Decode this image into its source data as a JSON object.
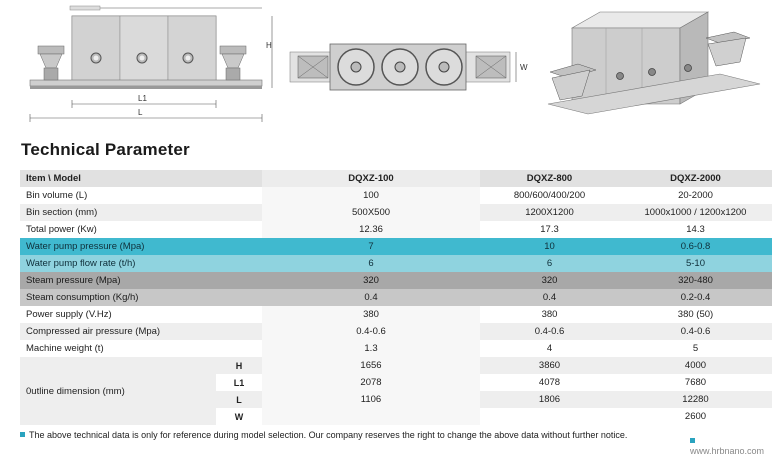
{
  "drawing": {
    "labels": {
      "h": "H",
      "l1": "L1",
      "l": "L",
      "w": "W"
    }
  },
  "section_title": "Technical Parameter",
  "table": {
    "header": [
      "Item \\ Model",
      "DQXZ-100",
      "DQXZ-800",
      "DQXZ-2000"
    ],
    "rows": [
      {
        "label": "Bin volume (L)",
        "values": [
          "100",
          "800/600/400/200",
          "20-2000"
        ]
      },
      {
        "label": "Bin section (mm)",
        "values": [
          "500X500",
          "1200X1200",
          "1000x1000 / 1200x1200"
        ]
      },
      {
        "label": "Total power (Kw)",
        "values": [
          "12.36",
          "17.3",
          "14.3"
        ]
      },
      {
        "label": "Water pump pressure (Mpa)",
        "values": [
          "7",
          "10",
          "0.6-0.8"
        ]
      },
      {
        "label": "Water pump flow rate (t/h)",
        "values": [
          "6",
          "6",
          "5-10"
        ]
      },
      {
        "label": "Steam pressure (Mpa)",
        "values": [
          "320",
          "320",
          "320-480"
        ]
      },
      {
        "label": "Steam consumption (Kg/h)",
        "values": [
          "0.4",
          "0.4",
          "0.2-0.4"
        ]
      },
      {
        "label": "Power supply (V.Hz)",
        "values": [
          "380",
          "380",
          "380 (50)"
        ]
      },
      {
        "label": "Compressed air pressure (Mpa)",
        "values": [
          "0.4-0.6",
          "0.4-0.6",
          "0.4-0.6"
        ]
      },
      {
        "label": "Machine weight (t)",
        "values": [
          "1.3",
          "4",
          "5"
        ]
      }
    ],
    "dimension": {
      "label": "0utline dimension (mm)",
      "rows": [
        {
          "sub": "H",
          "values": [
            "1656",
            "3860",
            "4000"
          ]
        },
        {
          "sub": "L1",
          "values": [
            "2078",
            "4078",
            "7680"
          ]
        },
        {
          "sub": "L",
          "values": [
            "1106",
            "1806",
            "12280"
          ]
        },
        {
          "sub": "W",
          "values": [
            "",
            "",
            "2600"
          ]
        }
      ]
    }
  },
  "footnote": "The above technical data is only for reference during model selection. Our company  reserves the right to change the above data without further notice.",
  "website": "www.hrbnano.com",
  "colors": {
    "accent_blue": "#40b9cf",
    "light_blue": "#8fd3df",
    "row_grey": "#a8a8a8"
  }
}
